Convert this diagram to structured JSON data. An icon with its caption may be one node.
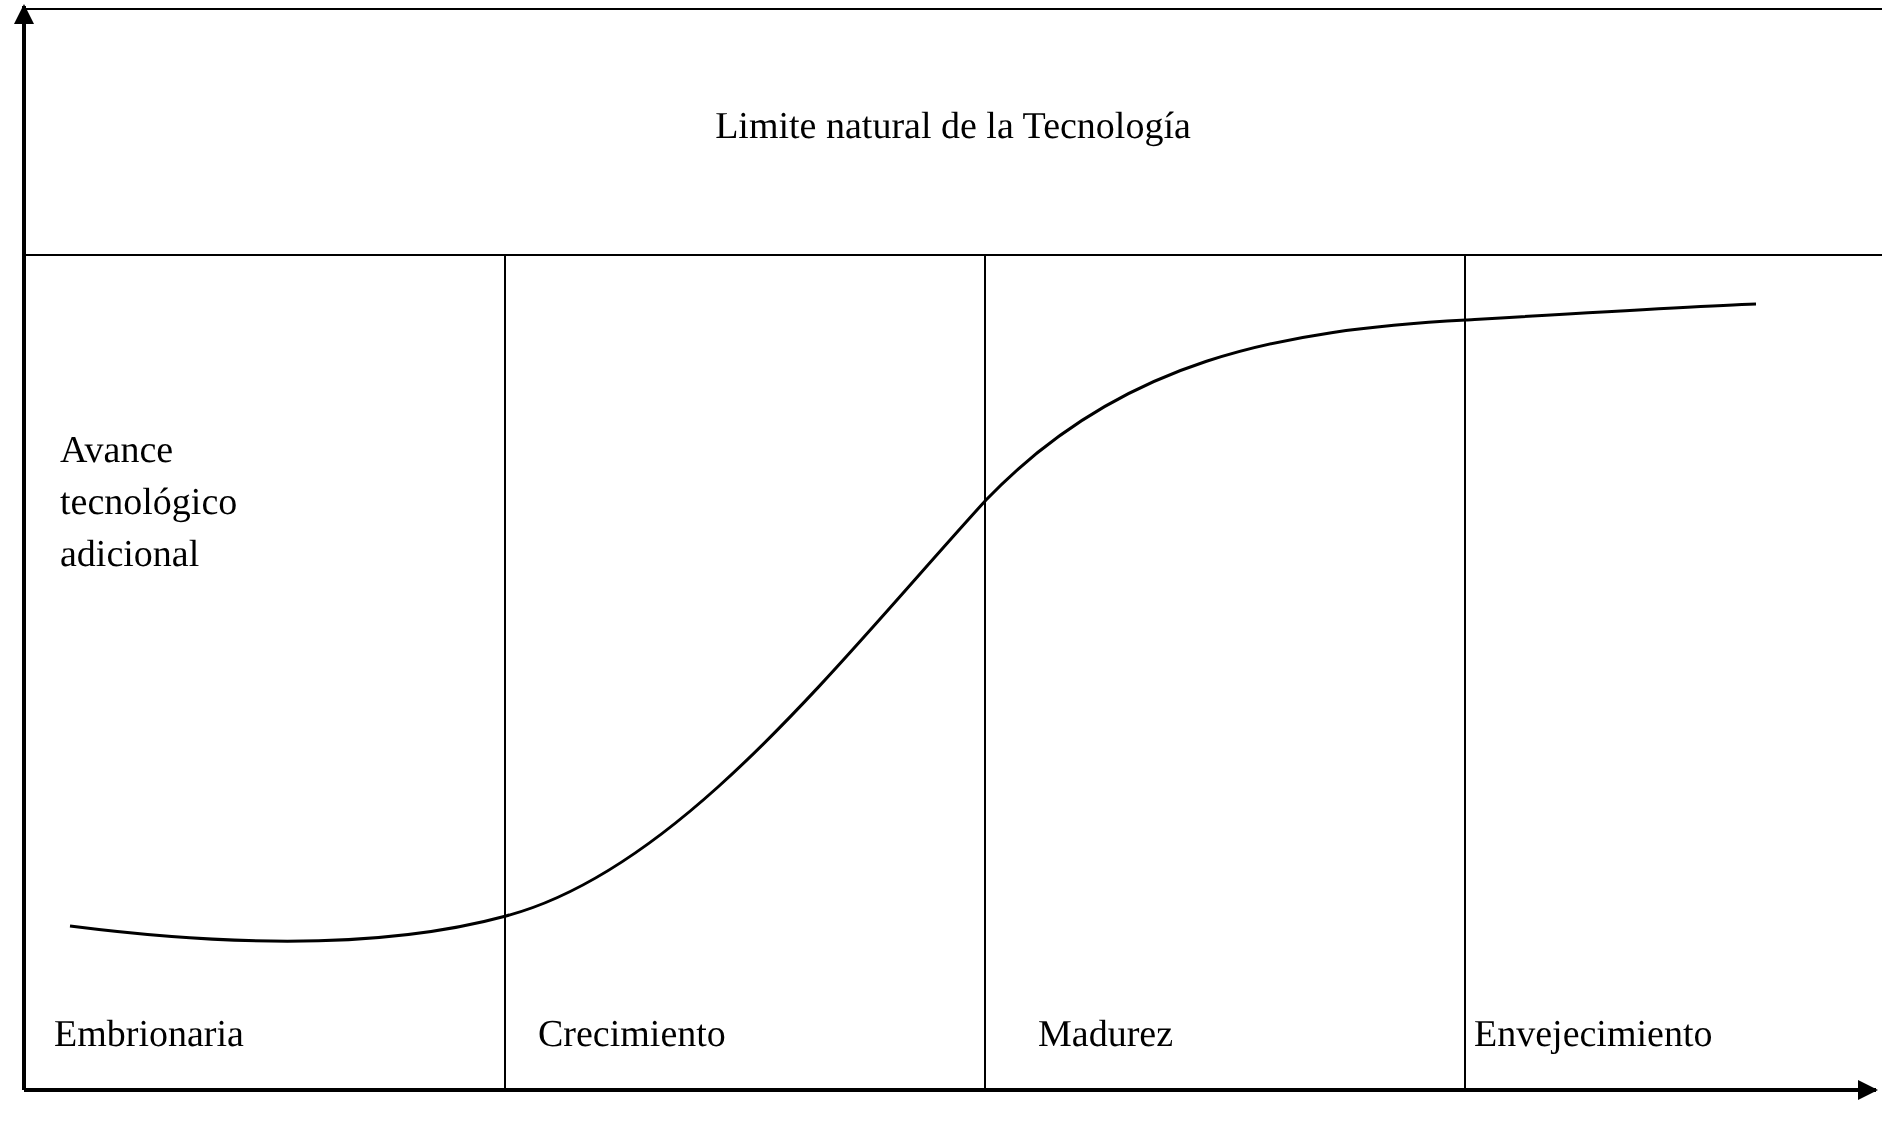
{
  "diagram": {
    "nodes": [
      {
        "text": [
          "Limite natural de la Tecnología"
        ]
      },
      {
        "text": [
          "Embrionaria"
        ]
      },
      {
        "text": [
          "Crecimiento"
        ]
      },
      {
        "text": [
          "Madurez"
        ]
      },
      {
        "text": [
          "Envejecimiento"
        ]
      }
    ],
    "labels": [
      "Avance tecnológico adicional"
    ]
  }
}
